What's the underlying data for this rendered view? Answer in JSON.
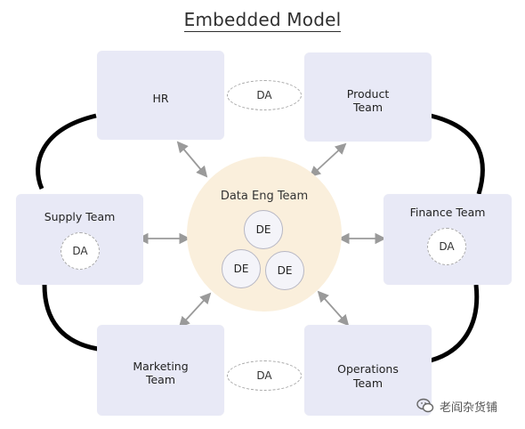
{
  "title": "Embedded Model",
  "center": {
    "label": "Data Eng Team",
    "members": [
      "DE",
      "DE",
      "DE"
    ]
  },
  "teams": {
    "hr": {
      "line1": "HR"
    },
    "product": {
      "line1": "Product",
      "line2": "Team"
    },
    "supply": {
      "line1": "Supply Team",
      "da": "DA"
    },
    "finance": {
      "line1": "Finance Team",
      "da": "DA"
    },
    "marketing": {
      "line1": "Marketing",
      "line2": "Team"
    },
    "operations": {
      "line1": "Operations",
      "line2": "Team"
    }
  },
  "shared_da": {
    "top": "DA",
    "bottom": "DA"
  },
  "watermark": {
    "text": "老阎杂货铺",
    "icon": "wechat-icon"
  },
  "colors": {
    "box_fill": "#e8e9f6",
    "center_fill": "#faefdc",
    "arrow": "#9a9a9a",
    "connector": "#000000"
  }
}
